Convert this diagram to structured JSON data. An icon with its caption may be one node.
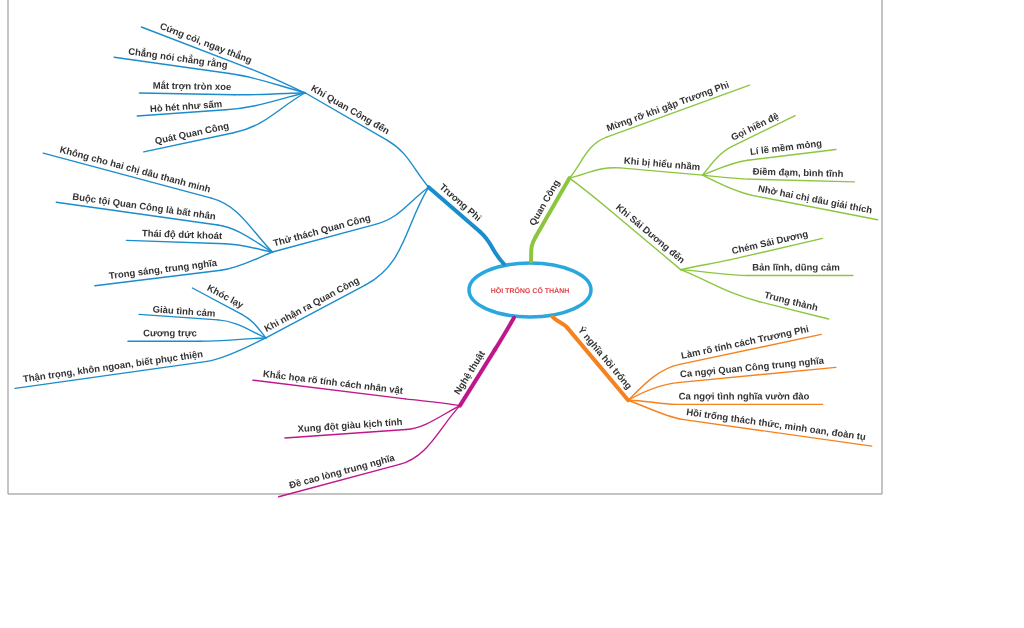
{
  "diagram": {
    "nodes": [
      {
        "text": [
          "HỒI TRỐNG CỔ THÀNH"
        ]
      },
      {
        "text": [
          "Trương Phi"
        ]
      },
      {
        "text": [
          "Khí Quan Công đến"
        ]
      },
      {
        "text": [
          "Cứng cỏi, ngay thẳng"
        ]
      },
      {
        "text": [
          "Chẳng nói chẳng rằng"
        ]
      },
      {
        "text": [
          "Mắt trợn tròn xoe"
        ]
      },
      {
        "text": [
          "Hò hét như sấm"
        ]
      },
      {
        "text": [
          "Quát Quan Công"
        ]
      },
      {
        "text": [
          "Thử thách Quan Công"
        ]
      },
      {
        "text": [
          "Không cho hai chị dâu thanh minh"
        ]
      },
      {
        "text": [
          "Buộc tội Quan Công là bất nhân"
        ]
      },
      {
        "text": [
          "Thái độ dứt khoát"
        ]
      },
      {
        "text": [
          "Trong sáng, trung nghĩa"
        ]
      },
      {
        "text": [
          "Khi nhận ra Quan Công"
        ]
      },
      {
        "text": [
          "Khóc lạy"
        ]
      },
      {
        "text": [
          "Giàu tình cảm"
        ]
      },
      {
        "text": [
          "Cương trực"
        ]
      },
      {
        "text": [
          "Thận trọng, khôn ngoan, biết phục thiện"
        ]
      },
      {
        "text": [
          "Quan Công"
        ]
      },
      {
        "text": [
          "Mừng rỡ khi gặp Trương Phi"
        ]
      },
      {
        "text": [
          "Khi bị hiểu nhầm"
        ]
      },
      {
        "text": [
          "Gọi hiền đệ"
        ]
      },
      {
        "text": [
          "Lí lẽ mềm mỏng"
        ]
      },
      {
        "text": [
          "Điềm đạm, bình tĩnh"
        ]
      },
      {
        "text": [
          "Nhờ hai chị dâu giải thích"
        ]
      },
      {
        "text": [
          "Khi Sái Dương đến"
        ]
      },
      {
        "text": [
          "Chém Sái Dương"
        ]
      },
      {
        "text": [
          "Bản lĩnh, dũng cảm"
        ]
      },
      {
        "text": [
          "Trung thành"
        ]
      },
      {
        "text": [
          "Ý nghĩa hồi trống"
        ]
      },
      {
        "text": [
          "Làm rõ tính cách Trương Phi"
        ]
      },
      {
        "text": [
          "Ca ngợi Quan Công trung nghĩa"
        ]
      },
      {
        "text": [
          "Ca ngợi tình nghĩa vườn đào"
        ]
      },
      {
        "text": [
          "Hồi trống thách thức, minh oan, đoàn tụ"
        ]
      },
      {
        "text": [
          "Nghệ thuật"
        ]
      },
      {
        "text": [
          "Khắc họa rõ tính cách nhân vật"
        ]
      },
      {
        "text": [
          "Xung đột giàu kịch tính"
        ]
      },
      {
        "text": [
          "Đề cao lòng trung nghĩa"
        ]
      }
    ],
    "edges": [
      {
        "from": 0,
        "to": 1,
        "arrow": "none",
        "style": "thick"
      },
      {
        "from": 1,
        "to": 2,
        "arrow": "none"
      },
      {
        "from": 2,
        "to": 3,
        "arrow": "none"
      },
      {
        "from": 2,
        "to": 4,
        "arrow": "none"
      },
      {
        "from": 2,
        "to": 5,
        "arrow": "none"
      },
      {
        "from": 2,
        "to": 6,
        "arrow": "none"
      },
      {
        "from": 2,
        "to": 7,
        "arrow": "none"
      },
      {
        "from": 1,
        "to": 8,
        "arrow": "none"
      },
      {
        "from": 8,
        "to": 9,
        "arrow": "none"
      },
      {
        "from": 8,
        "to": 10,
        "arrow": "none"
      },
      {
        "from": 8,
        "to": 11,
        "arrow": "none"
      },
      {
        "from": 8,
        "to": 12,
        "arrow": "none"
      },
      {
        "from": 1,
        "to": 13,
        "arrow": "none"
      },
      {
        "from": 13,
        "to": 14,
        "arrow": "none"
      },
      {
        "from": 13,
        "to": 15,
        "arrow": "none"
      },
      {
        "from": 13,
        "to": 16,
        "arrow": "none"
      },
      {
        "from": 13,
        "to": 17,
        "arrow": "none"
      },
      {
        "from": 0,
        "to": 18,
        "arrow": "none",
        "style": "thick",
        "color": "#8cc63f"
      },
      {
        "from": 18,
        "to": 19,
        "arrow": "none",
        "color": "#8cc63f"
      },
      {
        "from": 18,
        "to": 20,
        "arrow": "none",
        "color": "#8cc63f"
      },
      {
        "from": 20,
        "to": 21,
        "arrow": "none",
        "color": "#8cc63f"
      },
      {
        "from": 20,
        "to": 22,
        "arrow": "none",
        "color": "#8cc63f"
      },
      {
        "from": 20,
        "to": 23,
        "arrow": "none",
        "color": "#8cc63f"
      },
      {
        "from": 20,
        "to": 24,
        "arrow": "none",
        "color": "#8cc63f"
      },
      {
        "from": 18,
        "to": 25,
        "arrow": "none",
        "color": "#8cc63f"
      },
      {
        "from": 25,
        "to": 26,
        "arrow": "none",
        "color": "#8cc63f"
      },
      {
        "from": 25,
        "to": 27,
        "arrow": "none",
        "color": "#8cc63f"
      },
      {
        "from": 25,
        "to": 28,
        "arrow": "none",
        "color": "#8cc63f"
      },
      {
        "from": 0,
        "to": 29,
        "arrow": "none",
        "style": "thick",
        "color": "#f5821f"
      },
      {
        "from": 29,
        "to": 30,
        "arrow": "none",
        "color": "#f5821f"
      },
      {
        "from": 29,
        "to": 31,
        "arrow": "none",
        "color": "#f5821f"
      },
      {
        "from": 29,
        "to": 32,
        "arrow": "none",
        "color": "#f5821f"
      },
      {
        "from": 29,
        "to": 33,
        "arrow": "none",
        "color": "#f5821f"
      },
      {
        "from": 0,
        "to": 34,
        "arrow": "none",
        "style": "thick",
        "color": "#c0168c"
      },
      {
        "from": 34,
        "to": 35,
        "arrow": "none",
        "color": "#c0168c"
      },
      {
        "from": 34,
        "to": 36,
        "arrow": "none",
        "color": "#c0168c"
      },
      {
        "from": 34,
        "to": 37,
        "arrow": "none",
        "color": "#c0168c"
      }
    ]
  }
}
